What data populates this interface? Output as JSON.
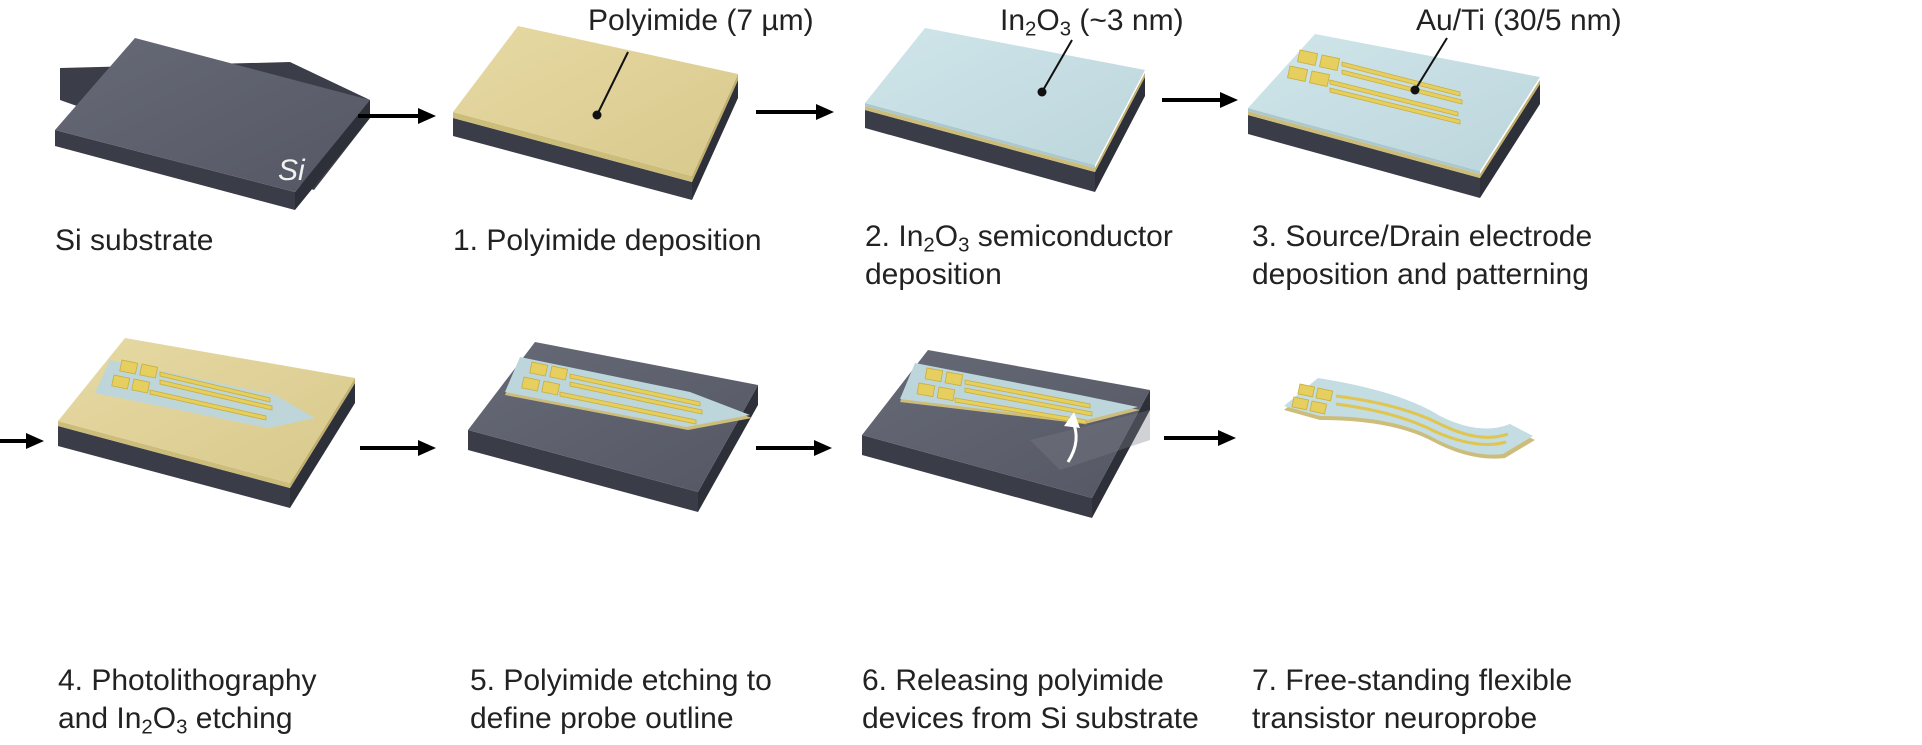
{
  "labels": {
    "si_mark": "Si",
    "polyimide": "Polyimide (7 µm)",
    "in2o3": {
      "pre": "In",
      "sub1": "2",
      "mid": "O",
      "sub2": "3",
      "post": " (~3 nm)"
    },
    "au_ti": "Au/Ti (30/5 nm)"
  },
  "captions": {
    "step0": {
      "line1": "Si substrate"
    },
    "step1": {
      "line1": "1. Polyimide deposition"
    },
    "step2": {
      "pre": "2. In",
      "sub1": "2",
      "mid": "O",
      "sub2": "3",
      "post": " semiconductor",
      "line2": "deposition"
    },
    "step3": {
      "line1": "3. Source/Drain electrode",
      "line2": "deposition and patterning"
    },
    "step4": {
      "line1": "4. Photolithography",
      "line2_pre": "and In",
      "sub1": "2",
      "mid": "O",
      "sub2": "3",
      "line2_post": " etching"
    },
    "step5": {
      "line1": "5. Polyimide etching to",
      "line2": "define probe outline"
    },
    "step6": {
      "line1": "6. Releasing polyimide",
      "line2": "devices from Si substrate"
    },
    "step7": {
      "line1": "7. Free-standing flexible",
      "line2": "transistor neuroprobe"
    }
  },
  "colors": {
    "si_top": "#5c5f6b",
    "si_side": "#3b3e48",
    "polyimide": "#dccd92",
    "in2o3": "#c3dde2",
    "gold": "#e6cf5e",
    "arrow": "#000000"
  }
}
